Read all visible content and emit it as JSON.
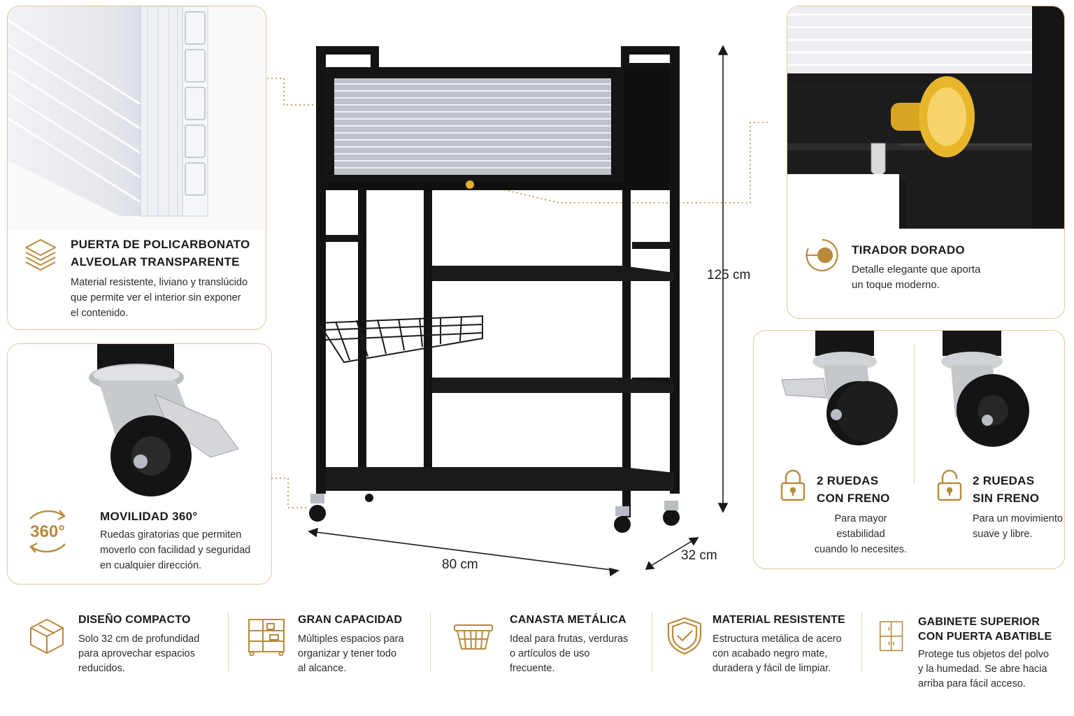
{
  "colors": {
    "accent": "#b98a3c",
    "border": "#e0c99a",
    "frame": "#121212"
  },
  "panels": {
    "door": {
      "title_line1": "PUERTA DE POLICARBONATO",
      "title_line2": "ALVEOLAR TRANSPARENTE",
      "desc_line1": "Material resistente, liviano y translúcido",
      "desc_line2": "que permite ver el interior sin exponer",
      "desc_line3": "el contenido.",
      "icon": "layers-icon"
    },
    "mobility": {
      "title": "MOVILIDAD 360°",
      "badge": "360°",
      "desc_line1": "Ruedas giratorias que permiten",
      "desc_line2": "moverlo con facilidad y seguridad",
      "desc_line3": "en cualquier dirección.",
      "icon": "rotate-360-icon"
    },
    "handle": {
      "title": "TIRADOR DORADO",
      "desc_line1": "Detalle elegante que aporta",
      "desc_line2": "un toque moderno.",
      "icon": "knob-icon"
    },
    "wheels": {
      "brake": {
        "title_line1": "2 RUEDAS",
        "title_line2": "CON FRENO",
        "desc_line1": "Para mayor",
        "desc_line2": "estabilidad",
        "desc_line3": "cuando lo necesites.",
        "icon": "lock-closed-icon"
      },
      "free": {
        "title_line1": "2 RUEDAS",
        "title_line2": "SIN FRENO",
        "desc_line1": "Para un movimiento",
        "desc_line2": "suave y libre.",
        "icon": "lock-open-icon"
      }
    }
  },
  "dimensions": {
    "height": "125 cm",
    "width": "80 cm",
    "depth": "32 cm"
  },
  "features": [
    {
      "title": "DISEÑO COMPACTO",
      "desc_line1": "Solo 32 cm de profundidad",
      "desc_line2": "para aprovechar espacios",
      "desc_line3": "reducidos.",
      "icon": "cube-icon"
    },
    {
      "title": "GRAN CAPACIDAD",
      "desc_line1": "Múltiples espacios para",
      "desc_line2": "organizar y tener todo",
      "desc_line3": "al alcance.",
      "icon": "shelves-icon"
    },
    {
      "title": "CANASTA METÁLICA",
      "desc_line1": "Ideal para frutas, verduras",
      "desc_line2": "o artículos de uso",
      "desc_line3": "frecuente.",
      "icon": "basket-icon"
    },
    {
      "title": "MATERIAL RESISTENTE",
      "desc_line1": "Estructura metálica de acero",
      "desc_line2": "con acabado negro mate,",
      "desc_line3": "duradera y fácil de limpiar.",
      "icon": "shield-check-icon"
    },
    {
      "title_line1": "GABINETE SUPERIOR",
      "title_line2": "CON PUERTA ABATIBLE",
      "desc_line1": "Protege tus objetos del polvo",
      "desc_line2": "y la humedad. Se abre hacia",
      "desc_line3": "arriba para fácil acceso.",
      "icon": "cabinet-icon"
    }
  ]
}
